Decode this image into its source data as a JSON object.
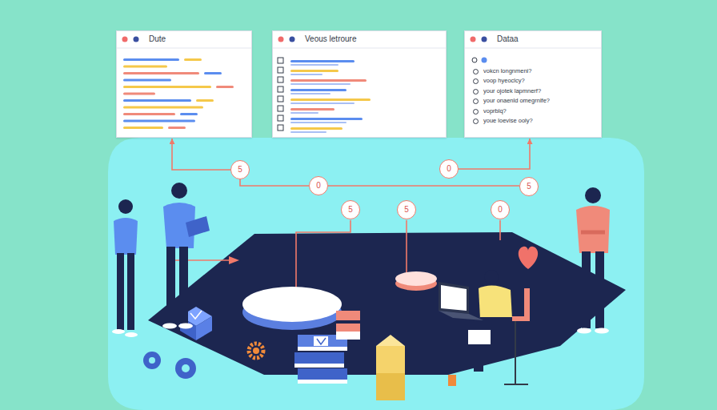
{
  "diagram": {
    "nodes": [
      {
        "text": [
          "Dute"
        ]
      },
      {
        "text": [
          "Veous letroure"
        ]
      },
      {
        "text": [
          "Dataa",
          "vokcn longnmeni?",
          "voop hyeoclcy?",
          "your ojotek lapmnerf?",
          "your onaenld omegrnlfe?",
          "voprblq?",
          "youe loevise ooly?"
        ]
      },
      {
        "text": [
          "5"
        ]
      },
      {
        "text": [
          "0"
        ]
      },
      {
        "text": [
          "0"
        ]
      },
      {
        "text": [
          "5"
        ]
      },
      {
        "text": [
          "5"
        ]
      },
      {
        "text": [
          "5"
        ]
      },
      {
        "text": [
          "0"
        ]
      }
    ],
    "edges": [
      {
        "from": 3,
        "to": 0,
        "arrow": "to"
      },
      {
        "from": 5,
        "to": 2,
        "arrow": "to"
      },
      {
        "from": 4,
        "to": 3,
        "arrow": "none"
      },
      {
        "from": 4,
        "to": 6,
        "arrow": "none"
      }
    ]
  }
}
